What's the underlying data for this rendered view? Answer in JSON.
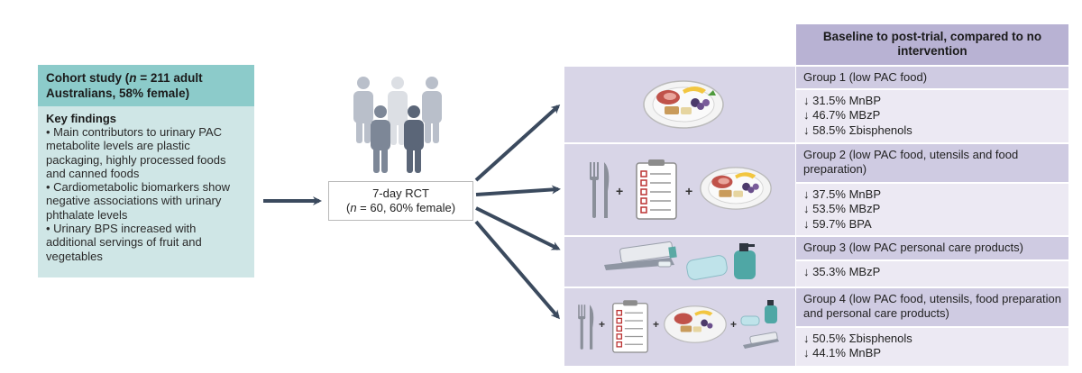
{
  "cohort": {
    "title_pre": "Cohort study (",
    "title_n": "n",
    "title_post": " = 211 adult Australians, 58% female)",
    "key_findings_label": "Key findings",
    "findings": [
      "• Main contributors to urinary PAC metabolite levels are plastic packaging, highly processed foods and canned foods",
      "• Cardiometabolic biomarkers show negative associations with urinary phthalate levels",
      "• Urinary BPS increased with additional servings of fruit and vegetables"
    ]
  },
  "rct": {
    "line1": "7-day RCT",
    "line2_pre": "(",
    "line2_n": "n",
    "line2_post": " = 60, 60% female)"
  },
  "table_header": "Baseline to post-trial, compared to no intervention",
  "groups": [
    {
      "title": "Group 1 (low PAC food)",
      "results": [
        "↓ 31.5% MnBP",
        "↓ 46.7% MBzP",
        "↓ 58.5% Σbisphenols"
      ]
    },
    {
      "title": "Group 2 (low PAC food, utensils and food preparation)",
      "results": [
        "↓ 37.5% MnBP",
        "↓ 53.5% MBzP",
        "↓ 59.7% BPA"
      ]
    },
    {
      "title": "Group 3 (low PAC personal care products)",
      "results": [
        "↓ 35.3% MBzP"
      ]
    },
    {
      "title": "Group 4 (low PAC food, utensils, food preparation and personal care products)",
      "results": [
        "↓ 50.5% Σbisphenols",
        "↓ 44.1% MnBP"
      ]
    }
  ],
  "plus_sign": "+",
  "colors": {
    "cohort_header": "#8ccbca",
    "cohort_body": "#cfe6e6",
    "panel": "#d8d5e7",
    "table_header": "#b8b2d3",
    "group_title": "#cfcbe2",
    "group_results": "#ece9f3",
    "arrow": "#3b4a5e"
  }
}
